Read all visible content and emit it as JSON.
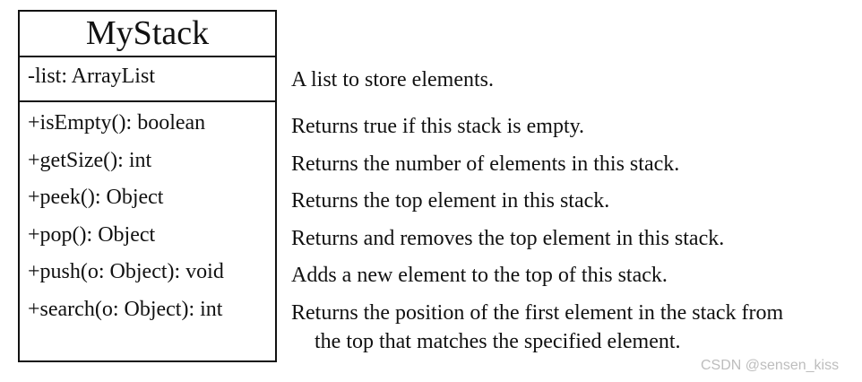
{
  "uml_class": {
    "name": "MyStack",
    "attributes": [
      "-list: ArrayList"
    ],
    "methods": [
      "+isEmpty(): boolean",
      "+getSize(): int",
      "+peek(): Object",
      "+pop(): Object",
      "+push(o: Object): void",
      "+search(o: Object): int"
    ]
  },
  "descriptions": {
    "list": "A list to store elements.",
    "isEmpty": "Returns true if this stack is empty.",
    "getSize": "Returns the number of elements in this stack.",
    "peek": "Returns the top element in this stack.",
    "pop": "Returns and removes the top element in this stack.",
    "push": "Adds a new element to the top of this stack.",
    "search_line1": "Returns the position of the first element in the stack from",
    "search_line2": "the top that matches the specified element."
  },
  "watermark": "CSDN @sensen_kiss"
}
